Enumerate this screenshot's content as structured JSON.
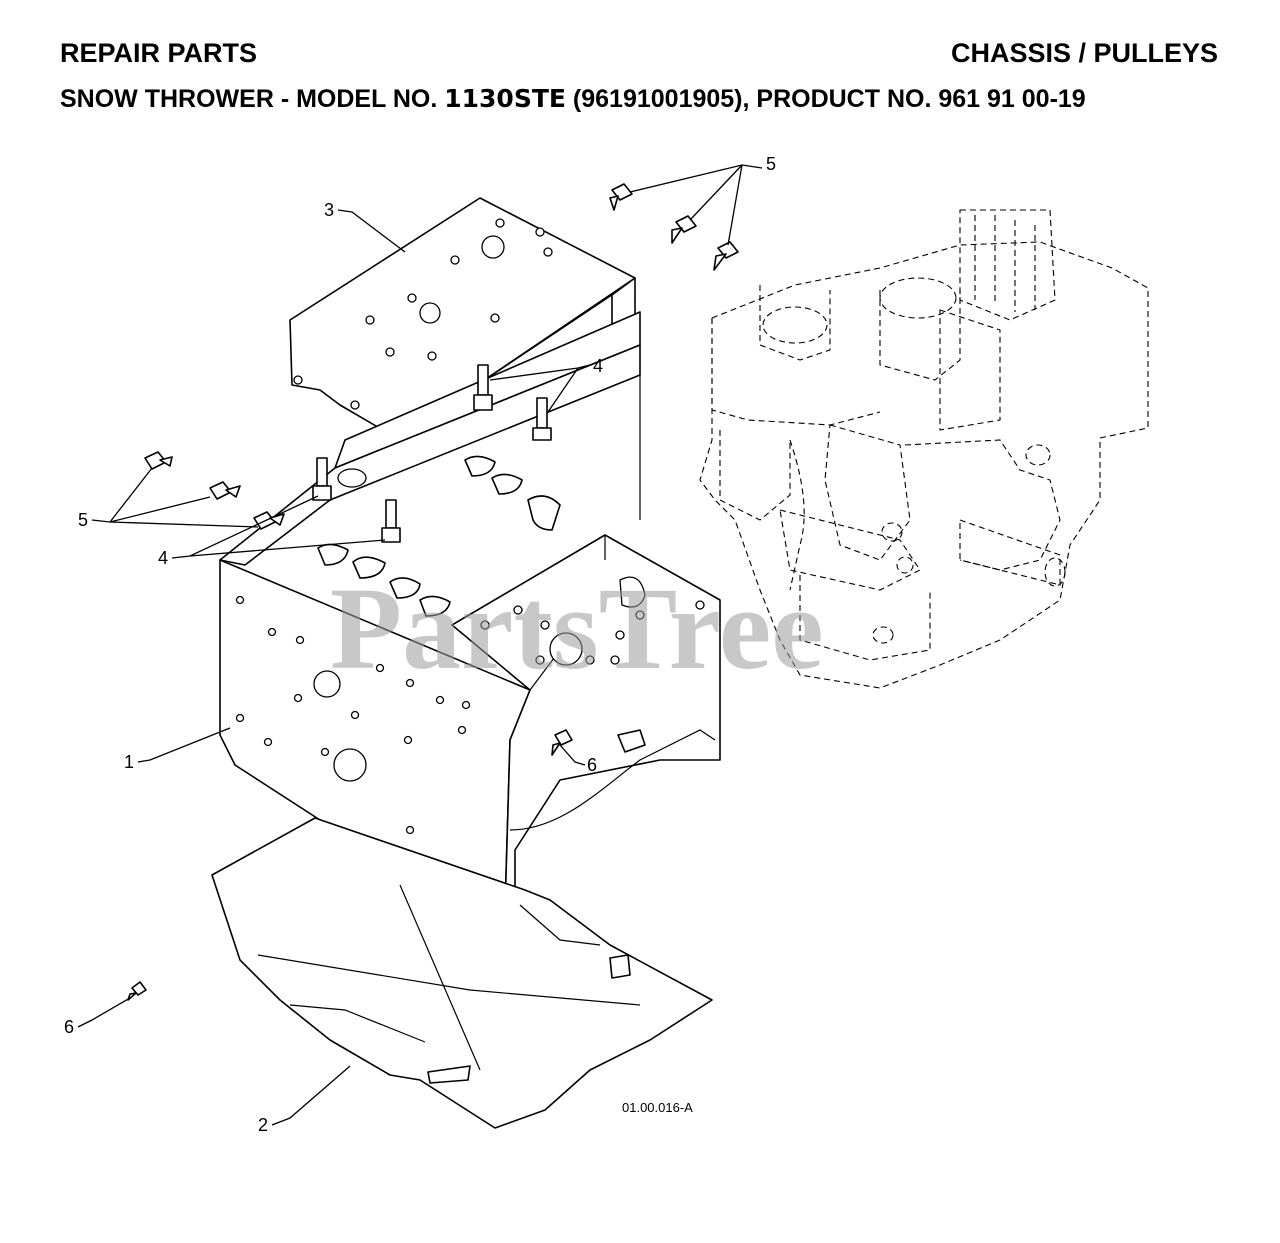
{
  "header": {
    "section": "REPAIR PARTS",
    "category": "CHASSIS / PULLEYS",
    "subtitle_prefix": "SNOW THROWER - MODEL NO. ",
    "model": "1130STE",
    "subtitle_suffix": " (96191001905), PRODUCT NO. 961 91 00-19"
  },
  "diagram": {
    "drawing_code": "01.00.016-A",
    "watermark": "PartsTree",
    "callouts": [
      {
        "id": "callout-5-top",
        "label": "5"
      },
      {
        "id": "callout-3",
        "label": "3"
      },
      {
        "id": "callout-4-top",
        "label": "4"
      },
      {
        "id": "callout-5-left",
        "label": "5"
      },
      {
        "id": "callout-4-left",
        "label": "4"
      },
      {
        "id": "callout-1",
        "label": "1"
      },
      {
        "id": "callout-6-right",
        "label": "6"
      },
      {
        "id": "callout-6-left",
        "label": "6"
      },
      {
        "id": "callout-2",
        "label": "2"
      }
    ]
  }
}
